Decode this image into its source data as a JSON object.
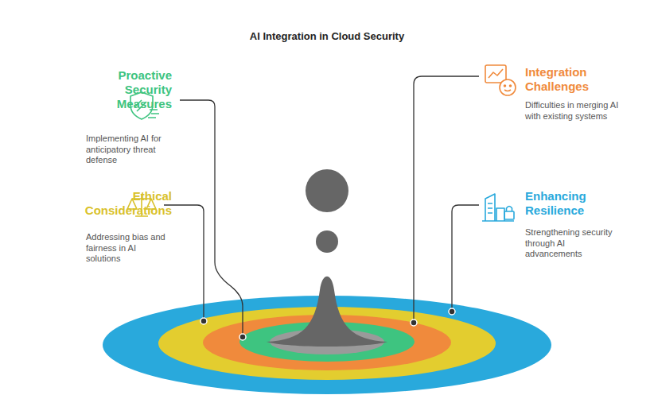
{
  "diagram": {
    "title": "AI Integration in Cloud Security",
    "nodes": [
      {
        "text": [
          "Proactive Security Measures",
          "Implementing AI for anticipatory threat defense"
        ]
      },
      {
        "text": [
          "Integration Challenges",
          "Difficulties in merging AI with existing systems"
        ]
      },
      {
        "text": [
          "Ethical Considerations",
          "Addressing bias and fairness in AI solutions"
        ]
      },
      {
        "text": [
          "Enhancing Resilience",
          "Strengthening security through AI advancements"
        ]
      }
    ]
  }
}
